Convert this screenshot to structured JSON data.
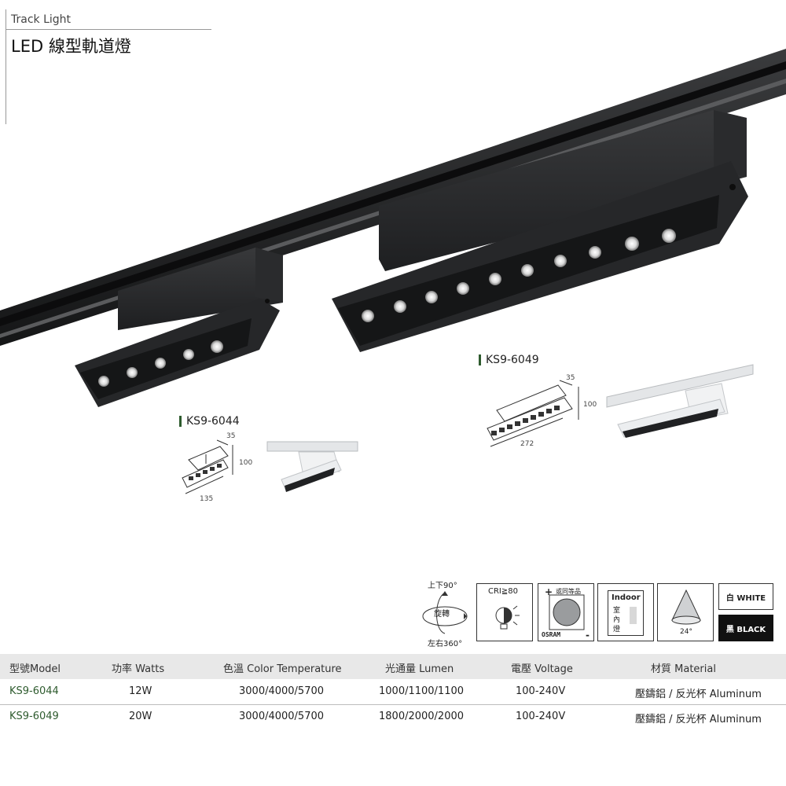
{
  "header": {
    "subtitle": "Track Light",
    "title": "LED 線型軌道燈"
  },
  "models": {
    "small": {
      "label": "KS9-6044",
      "dims": {
        "depth": "35",
        "height": "100",
        "length": "135"
      }
    },
    "large": {
      "label": "KS9-6049",
      "dims": {
        "depth": "35",
        "height": "100",
        "length": "272"
      }
    }
  },
  "spec_icons": {
    "rotation": {
      "top": "上下90°",
      "center": "旋轉",
      "bottom": "左右360°"
    },
    "cri": {
      "label": "CRI≧80"
    },
    "chip": {
      "brand": "OSRAM",
      "note": "或同等品",
      "plus": "+",
      "minus": "-"
    },
    "indoor": {
      "en": "Indoor",
      "zh": [
        "室",
        "內",
        "燈"
      ]
    },
    "beam": {
      "angle": "24°"
    },
    "colors": {
      "white": "白 WHITE",
      "black": "黑 BLACK"
    }
  },
  "colors": {
    "accent": "#2e5b2e",
    "fixture": "#2b2c2e",
    "track": "#1f2022"
  },
  "table": {
    "headers": [
      "型號Model",
      "功率 Watts",
      "色溫 Color Temperature",
      "光通量 Lumen",
      "電壓 Voltage",
      "材質 Material"
    ],
    "rows": [
      [
        "KS9-6044",
        "12W",
        "3000/4000/5700",
        "1000/1100/1100",
        "100-240V",
        "壓鑄鋁 / 反光杯 Aluminum"
      ],
      [
        "KS9-6049",
        "20W",
        "3000/4000/5700",
        "1800/2000/2000",
        "100-240V",
        "壓鑄鋁 / 反光杯 Aluminum"
      ]
    ]
  }
}
